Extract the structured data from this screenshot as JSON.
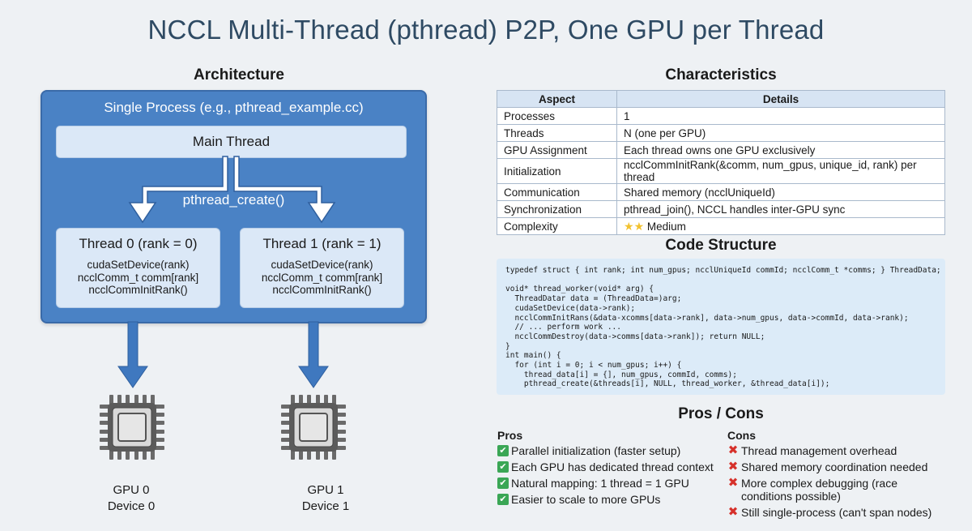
{
  "title": "NCCL Multi-Thread (pthread) P2P, One GPU per Thread",
  "architecture": {
    "heading": "Architecture",
    "process_label": "Single Process (e.g., pthread_example.cc)",
    "main_thread": "Main Thread",
    "pthread_create": "pthread_create()",
    "threads": [
      {
        "title": "Thread 0 (rank = 0)",
        "lines": [
          "cudaSetDevice(rank)",
          "ncclComm_t comm[rank]",
          "ncclCommInitRank()"
        ]
      },
      {
        "title": "Thread 1 (rank = 1)",
        "lines": [
          "cudaSetDevice(rank)",
          "ncclComm_t comm[rank]",
          "ncclCommInitRank()"
        ]
      }
    ],
    "gpus": [
      {
        "name": "GPU 0",
        "device": "Device 0",
        "icon": "gpu-chip-icon"
      },
      {
        "name": "GPU 1",
        "device": "Device 1",
        "icon": "gpu-chip-icon"
      }
    ],
    "colors": {
      "process_fill": "#4a82c5",
      "box_fill": "#dbe8f7",
      "arrow": "#3f78bf",
      "chip": "#555555"
    }
  },
  "characteristics": {
    "heading": "Characteristics",
    "columns": [
      "Aspect",
      "Details"
    ],
    "rows": [
      {
        "aspect": "Processes",
        "details": "1"
      },
      {
        "aspect": "Threads",
        "details": "N (one per GPU)"
      },
      {
        "aspect": "GPU Assignment",
        "details": "Each thread owns one GPU exclusively"
      },
      {
        "aspect": "Initialization",
        "details": "ncclCommInitRank(&comm, num_gpus, unique_id, rank) per thread"
      },
      {
        "aspect": "Communication",
        "details": "Shared memory (ncclUniqueId)"
      },
      {
        "aspect": "Synchronization",
        "details": "pthread_join(), NCCL handles inter-GPU sync"
      },
      {
        "aspect": "Complexity",
        "details": "Medium",
        "stars": 2
      }
    ]
  },
  "code": {
    "heading": "Code Structure",
    "text": "typedef struct { int rank; int num_gpus; ncclUniqueId commId; ncclComm_t *comms; } ThreadData;\n\nvoid* thread_worker(void* arg) {\n  ThreadDatar data = (ThreadData=)arg;\n  cudaSetDevice(data->rank);\n  ncclCommInitRans(&data-xcomms[data->rank], data->num_gpus, data->commId, data->rank);\n  // ... perform work ...\n  ncclCommDestroy(data->comms[data->rank]); return NULL;\n}\nint main() {\n  for (int i = 0; i < num_gpus; i++) {\n    thread_data[i] = {], num_gpus, commId, comms);\n    pthread_create(&threads[i], NULL, thread_worker, &thread_data[i]);"
  },
  "pros_cons": {
    "heading": "Pros / Cons",
    "pros_label": "Pros",
    "cons_label": "Cons",
    "pros": [
      "Parallel initialization (faster setup)",
      "Each GPU has dedicated thread context",
      "Natural mapping: 1 thread = 1 GPU",
      "Easier to scale to more GPUs"
    ],
    "cons": [
      "Thread management overhead",
      "Shared memory coordination needed",
      "More complex debugging (race conditions possible)",
      "Still single-process (can't span nodes)"
    ],
    "pro_icon": "check-icon",
    "con_icon": "cross-icon"
  }
}
